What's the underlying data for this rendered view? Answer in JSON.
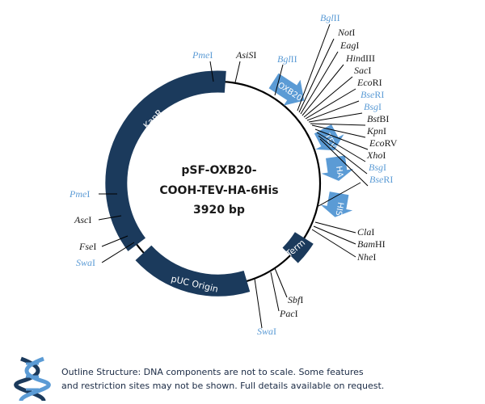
{
  "plasmid": {
    "name_line1": "pSF-OXB20-",
    "name_line2": "COOH-TEV-HA-6His",
    "size": "3920 bp"
  },
  "colors": {
    "backbone": "#000000",
    "dark_feature": "#1b3a5c",
    "light_feature": "#5b9bd5",
    "dark_site": "#1a1a1a",
    "light_site": "#5b9bd5"
  },
  "features": [
    {
      "id": "kanr",
      "label": "KanR",
      "style": "dark"
    },
    {
      "id": "oxb20",
      "label": "OXB20",
      "style": "light"
    },
    {
      "id": "tev",
      "label": "TEV",
      "style": "light"
    },
    {
      "id": "ha",
      "label": "HA",
      "style": "light"
    },
    {
      "id": "his",
      "label": "HIS",
      "style": "light"
    },
    {
      "id": "term",
      "label": "Term",
      "style": "dark"
    },
    {
      "id": "puc",
      "label": "pUC Origin",
      "style": "dark"
    }
  ],
  "sites": [
    {
      "id": "pmei-top",
      "italic": "Pme",
      "roman": "I",
      "color": "light"
    },
    {
      "id": "asisi",
      "italic": "AsiS",
      "roman": "I",
      "color": "dark"
    },
    {
      "id": "bglii-1",
      "italic": "Bgl",
      "roman": "II",
      "color": "light"
    },
    {
      "id": "bglii-2",
      "italic": "Bgl",
      "roman": "II",
      "color": "light"
    },
    {
      "id": "noti",
      "italic": "Not",
      "roman": "I",
      "color": "dark"
    },
    {
      "id": "eagi",
      "italic": "Eag",
      "roman": "I",
      "color": "dark"
    },
    {
      "id": "hindiii",
      "italic": "Hin",
      "roman": "dIII",
      "color": "dark"
    },
    {
      "id": "saci",
      "italic": "Sac",
      "roman": "I",
      "color": "dark"
    },
    {
      "id": "ecori",
      "italic": "Eco",
      "roman": "RI",
      "color": "dark"
    },
    {
      "id": "bseri-1",
      "italic": "Bse",
      "roman": "RI",
      "color": "light"
    },
    {
      "id": "bsgi-1",
      "italic": "Bsg",
      "roman": "I",
      "color": "light"
    },
    {
      "id": "bstbi",
      "italic": "Bst",
      "roman": "BI",
      "color": "dark"
    },
    {
      "id": "kpni",
      "italic": "Kpn",
      "roman": "I",
      "color": "dark"
    },
    {
      "id": "ecorv",
      "italic": "Eco",
      "roman": "RV",
      "color": "dark"
    },
    {
      "id": "xhoi",
      "italic": "Xho",
      "roman": "I",
      "color": "dark"
    },
    {
      "id": "bsgi-2",
      "italic": "Bsg",
      "roman": "I",
      "color": "light"
    },
    {
      "id": "bseri-2",
      "italic": "Bse",
      "roman": "RI",
      "color": "light"
    },
    {
      "id": "clai",
      "italic": "Cla",
      "roman": "I",
      "color": "dark"
    },
    {
      "id": "bamhi",
      "italic": "Bam",
      "roman": "HI",
      "color": "dark"
    },
    {
      "id": "nhei",
      "italic": "Nhe",
      "roman": "I",
      "color": "dark"
    },
    {
      "id": "sbfi",
      "italic": "Sbf",
      "roman": "I",
      "color": "dark"
    },
    {
      "id": "paci",
      "italic": "Pac",
      "roman": "I",
      "color": "dark"
    },
    {
      "id": "swai-bottom",
      "italic": "Swa",
      "roman": "I",
      "color": "light"
    },
    {
      "id": "pmei-left",
      "italic": "Pme",
      "roman": "I",
      "color": "light"
    },
    {
      "id": "asci",
      "italic": "Asc",
      "roman": "I",
      "color": "dark"
    },
    {
      "id": "fsei",
      "italic": "Fse",
      "roman": "I",
      "color": "dark"
    },
    {
      "id": "swai-left",
      "italic": "Swa",
      "roman": "I",
      "color": "light"
    }
  ],
  "footer": {
    "note_line1": "Outline Structure: DNA components are not to scale. Some features",
    "note_line2": "and restriction sites may not be shown. Full details available on request."
  }
}
